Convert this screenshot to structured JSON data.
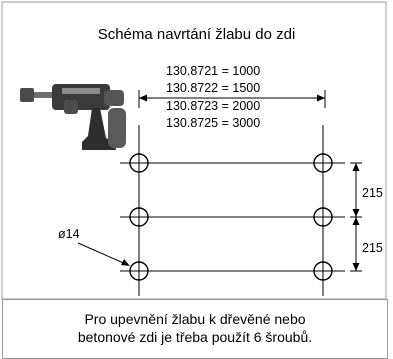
{
  "title": "Schéma navrtání žlabu do zdi",
  "part_lengths": [
    "130.8721 = 1000",
    "130.8722 = 1500",
    "130.8723 = 2000",
    "130.8725 = 3000"
  ],
  "dimensions": {
    "spacing_upper": "215",
    "spacing_lower": "215",
    "hole_diameter": "ø14"
  },
  "caption": {
    "line1": "Pro upevnění žlabu k dřevěné nebo",
    "line2": "betonové zdi je třeba použít 6 šroubů."
  },
  "hole_count": 6
}
